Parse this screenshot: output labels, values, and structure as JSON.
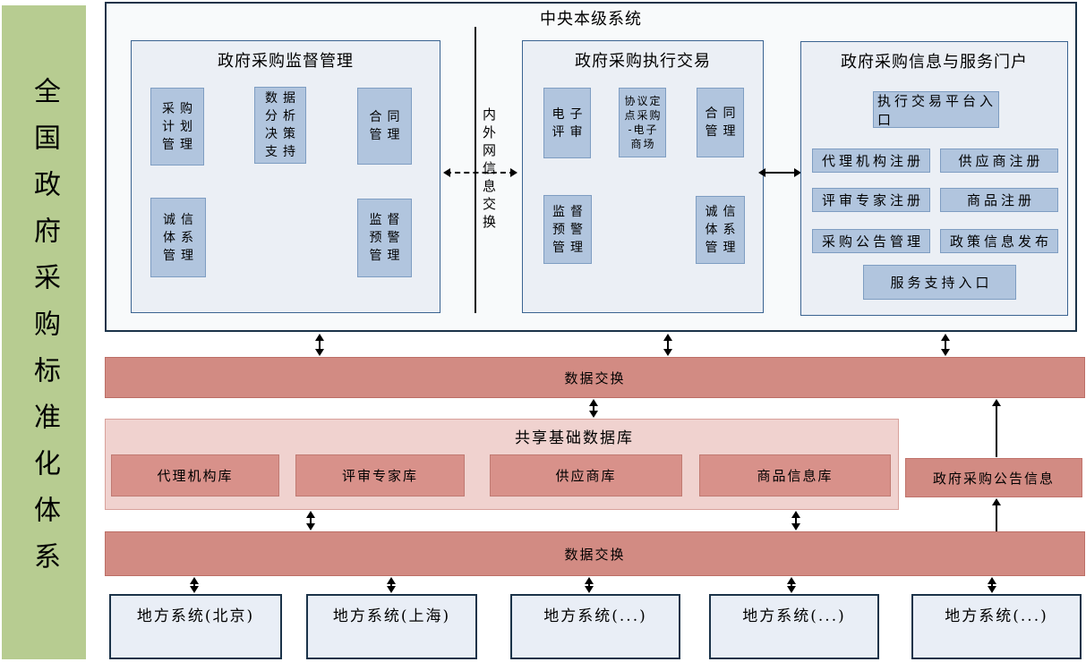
{
  "sidebar": {
    "title": "全国政府采购标准化体系"
  },
  "central": {
    "title": "中央本级系统",
    "divider_label": "内外网信息交换",
    "supervision": {
      "title": "政府采购监督管理",
      "items": [
        "采购\n计划\n管理",
        "数据\n分析\n决策\n支持",
        "合同\n管理",
        "诚信\n体系\n管理",
        "监督\n预警\n管理"
      ]
    },
    "execution": {
      "title": "政府采购执行交易",
      "items": [
        "电子\n评审",
        "协议定\n点采购\n-电子\n商场",
        "合同\n管理",
        "监督\n预警\n管理",
        "诚信\n体系\n管理"
      ]
    },
    "portal": {
      "title": "政府采购信息与服务门户",
      "items": [
        "执行交易平台入口",
        "代理机构注册",
        "供应商注册",
        "评审专家注册",
        "商品注册",
        "采购公告管理",
        "政策信息发布",
        "服务支持入口"
      ]
    }
  },
  "data_exchange_top": {
    "label": "数据交换"
  },
  "shared_db": {
    "title": "共享基础数据库",
    "items": [
      "代理机构库",
      "评审专家库",
      "供应商库",
      "商品信息库"
    ]
  },
  "announcement": {
    "label": "政府采购公告信息"
  },
  "data_exchange_bottom": {
    "label": "数据交换"
  },
  "local_systems": {
    "items": [
      "地方系统(北京)",
      "地方系统(上海)",
      "地方系统(...)",
      "地方系统(...)",
      "地方系统(...)"
    ]
  },
  "colors": {
    "sidebar_green": "#b7cc91",
    "big_box_bg": "#f8fafb",
    "big_box_border": "#1b3349",
    "sub_box_bg": "#ebeff5",
    "sub_box_border": "#3a6391",
    "module_blue_bg": "#b1c5de",
    "module_blue_border": "#7e9dc2",
    "exchange_red": "#d28b83",
    "shared_db_pink": "#f0d2cf",
    "db_item_red": "#d8918a",
    "local_box_bg": "#e9eef6",
    "arrow": "#000000"
  }
}
